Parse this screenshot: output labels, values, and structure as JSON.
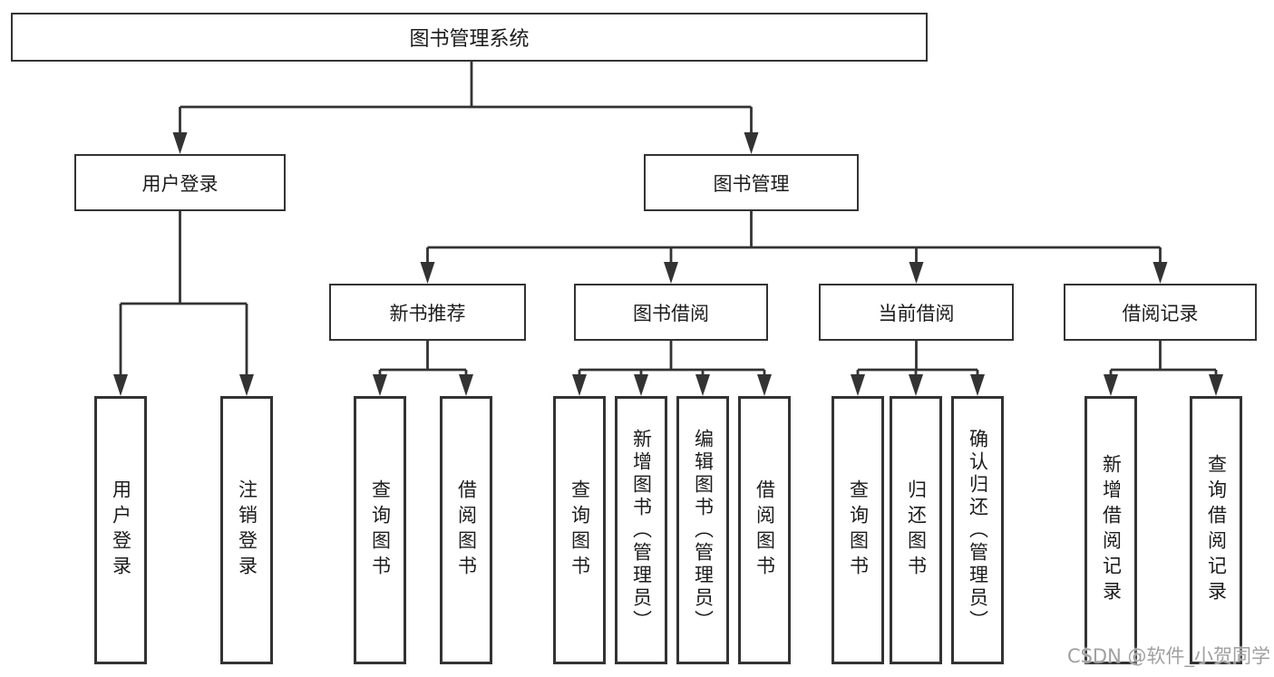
{
  "diagram": {
    "root": {
      "label": "图书管理系统"
    },
    "branches": [
      {
        "label": "用户登录",
        "children": [
          {
            "label": "用户登录"
          },
          {
            "label": "注销登录"
          }
        ]
      },
      {
        "label": "图书管理",
        "children": [
          {
            "label": "新书推荐",
            "children": [
              {
                "label": "查询图书"
              },
              {
                "label": "借阅图书"
              }
            ]
          },
          {
            "label": "图书借阅",
            "children": [
              {
                "label": "查询图书"
              },
              {
                "label": "新增图书（管理员）"
              },
              {
                "label": "编辑图书（管理员）"
              },
              {
                "label": "借阅图书"
              }
            ]
          },
          {
            "label": "当前借阅",
            "children": [
              {
                "label": "查询图书"
              },
              {
                "label": "归还图书"
              },
              {
                "label": "确认归还（管理员）"
              }
            ]
          },
          {
            "label": "借阅记录",
            "children": [
              {
                "label": "新增借阅记录"
              },
              {
                "label": "查询借阅记录"
              }
            ]
          }
        ]
      }
    ]
  },
  "watermark": {
    "text": "CSDN @软件_小贺同学"
  },
  "colors": {
    "line": "#333333",
    "text": "#1c1c1c",
    "background": "#ffffff",
    "watermark": "#a0a0a0"
  }
}
